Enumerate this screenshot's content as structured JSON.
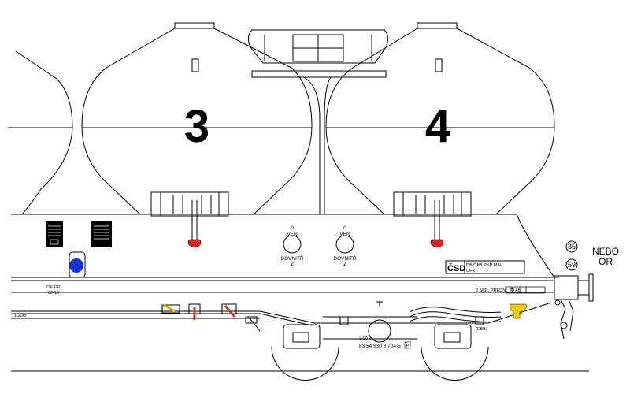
{
  "hoppers": [
    {
      "number": "3"
    },
    {
      "number": "4"
    }
  ],
  "door_labels": [
    {
      "top": "0",
      "middle": "VEN",
      "bottom": "DOVNITŘ",
      "sub": "Z"
    },
    {
      "top": "0",
      "middle": "VEN",
      "bottom": "DOVNITŘ",
      "sub": "Z"
    }
  ],
  "left_marking": {
    "line1": "DK-GP",
    "line2": "02-10"
  },
  "left_edge_text": "1,20m",
  "operator": {
    "logo": "ČSD",
    "row1": "DB ÖBB PKP MAV",
    "row2": "CFR"
  },
  "rail_note": "2 SKŘ. PŘEDNÍ, 70 Ah",
  "wagon_number": "83 54 930 8 704-5",
  "wagon_number_check": "P",
  "distance_mark": "2,00 m",
  "brake_mark": "(EBB)",
  "legend": {
    "code_a": "35",
    "code_b": "59",
    "word_a": "NEBO",
    "word_b": "OR"
  },
  "colors": {
    "line": "#000000",
    "valve_red": "#e02020",
    "lever_red": "#d03020",
    "indicator_blue": "#1530d8",
    "hook_yellow": "#f5cc00"
  }
}
